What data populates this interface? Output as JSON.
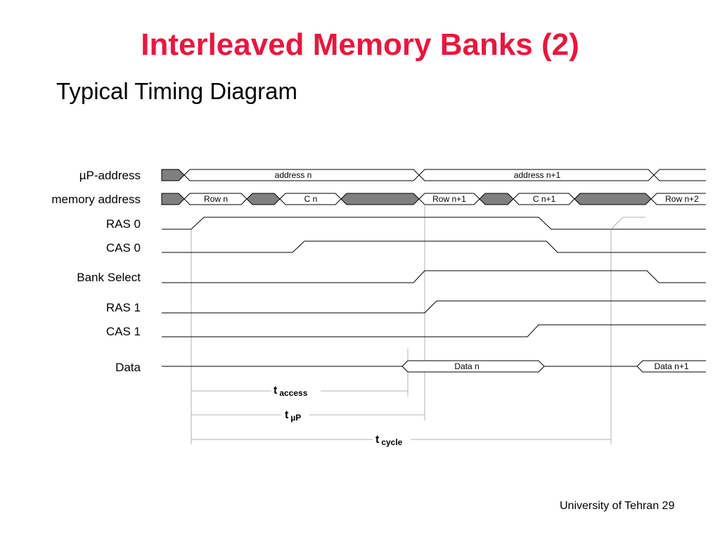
{
  "slide": {
    "title": "Interleaved Memory Banks (2)",
    "subtitle": "Typical Timing Diagram",
    "footer": "University of Tehran 29"
  },
  "colors": {
    "title": "#e8173f",
    "line": "#000000",
    "fill_gray": "#7f7f7f",
    "guide": "#b0b0b0"
  },
  "signals": [
    {
      "id": "up-address",
      "label": "µP-address"
    },
    {
      "id": "memory-address",
      "label": "memory address"
    },
    {
      "id": "ras0",
      "label": "RAS 0"
    },
    {
      "id": "cas0",
      "label": "CAS 0"
    },
    {
      "id": "bank-select",
      "label": "Bank Select"
    },
    {
      "id": "ras1",
      "label": "RAS 1"
    },
    {
      "id": "cas1",
      "label": "CAS 1"
    },
    {
      "id": "data",
      "label": "Data"
    }
  ],
  "bus_values": {
    "up_address": [
      "address n",
      "address n+1"
    ],
    "memory_address": [
      "Row n",
      "C n",
      "Row n+1",
      "C n+1",
      "Row n+2"
    ],
    "data": [
      "Data n",
      "Data n+1"
    ]
  },
  "timings": [
    {
      "id": "t-access",
      "main": "t",
      "sub": "access"
    },
    {
      "id": "t-up",
      "main": "t",
      "sub": "µP"
    },
    {
      "id": "t-cycle",
      "main": "t",
      "sub": "cycle"
    }
  ]
}
